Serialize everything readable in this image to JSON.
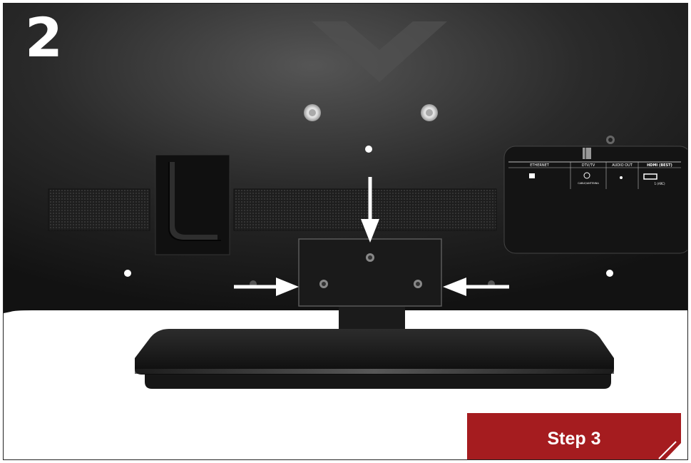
{
  "step_number": "2",
  "ports": {
    "ethernet": "ETHERNET",
    "dtv": "DTV/TV",
    "dtv_sub": "CABLE/ANTENNA",
    "audio_out": "AUDIO OUT",
    "hdmi": "HDMI (BEST)",
    "hdmi_sub": "1 (ARC)"
  },
  "step_badge": "Step 3",
  "colors": {
    "tv_back": "#1c1c1c",
    "badge": "#a51c1f",
    "arrow": "#ffffff"
  }
}
